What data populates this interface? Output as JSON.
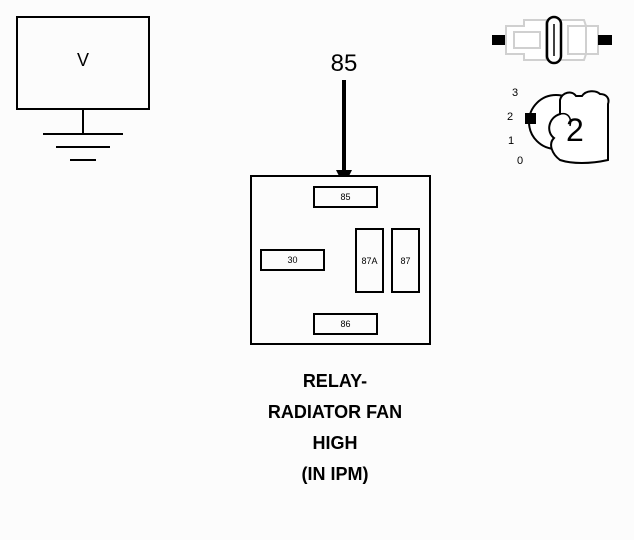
{
  "meter": {
    "label": "V"
  },
  "relay": {
    "input_label": "85",
    "pins": {
      "p85": "85",
      "p30": "30",
      "p87a": "87A",
      "p87": "87",
      "p86": "86"
    }
  },
  "caption": {
    "line1": "RELAY-",
    "line2": "RADIATOR FAN",
    "line3": "HIGH",
    "line4": "(IN IPM)"
  },
  "switch": {
    "positions": [
      "3",
      "2",
      "1",
      "0"
    ],
    "step": "2"
  }
}
